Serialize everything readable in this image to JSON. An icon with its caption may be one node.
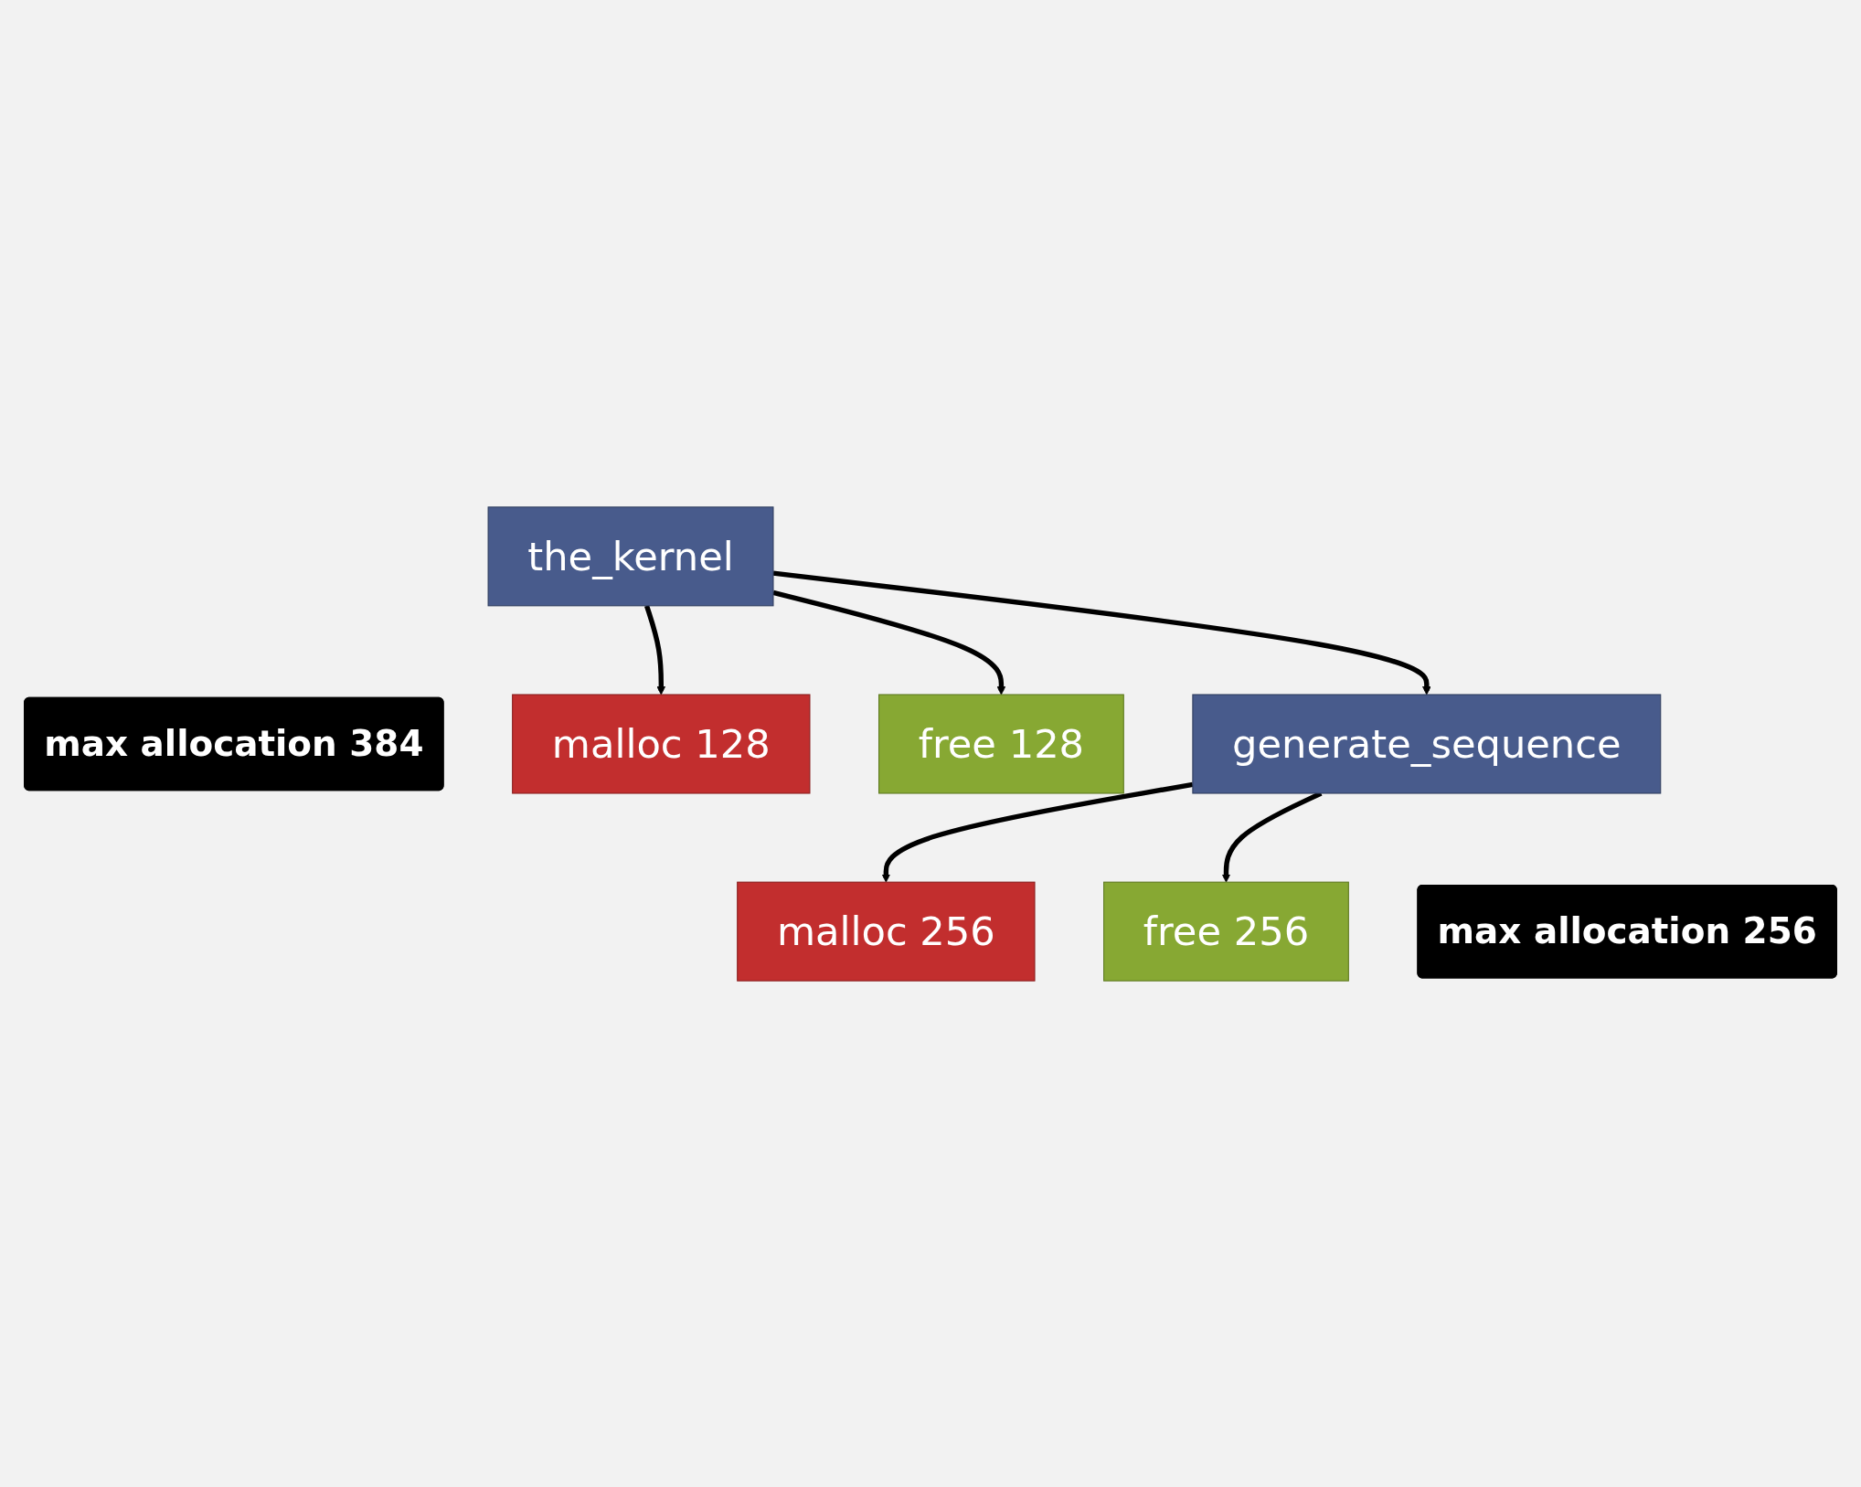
{
  "diagram": {
    "nodes": [
      {
        "text": [
          "the_kernel"
        ]
      },
      {
        "text": [
          "max allocation 384"
        ]
      },
      {
        "text": [
          "malloc 128"
        ]
      },
      {
        "text": [
          "free 128"
        ]
      },
      {
        "text": [
          "generate_sequence"
        ]
      },
      {
        "text": [
          "max allocation 256"
        ]
      },
      {
        "text": [
          "malloc 256"
        ]
      },
      {
        "text": [
          "free 256"
        ]
      }
    ],
    "edges": [
      {
        "from": 0,
        "to": 2,
        "arrow": "to"
      },
      {
        "from": 0,
        "to": 3,
        "arrow": "to"
      },
      {
        "from": 0,
        "to": 4,
        "arrow": "to"
      },
      {
        "from": 4,
        "to": 6,
        "arrow": "to"
      },
      {
        "from": 4,
        "to": 7,
        "arrow": "to"
      }
    ]
  }
}
